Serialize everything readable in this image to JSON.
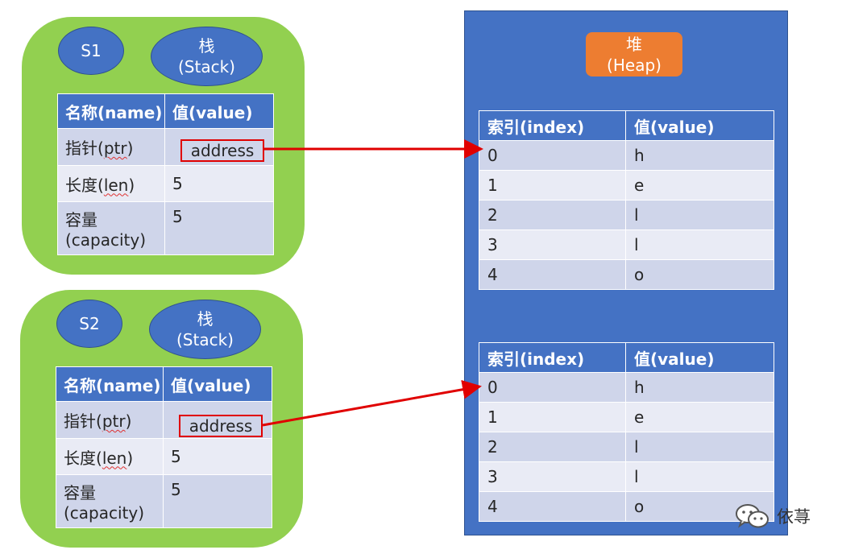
{
  "stacks": [
    {
      "name": "S1",
      "stack_title": "栈",
      "stack_subtitle": "(Stack)",
      "header": [
        "名称(name)",
        "值(value)"
      ],
      "rows": [
        {
          "label": "指针(",
          "label_wavy": "ptr",
          "label_end": ")",
          "value": "address"
        },
        {
          "label": "长度(",
          "label_wavy": "len",
          "label_end": ")",
          "value": "5"
        },
        {
          "label": "容量",
          "label2": "(capacity)",
          "value": "5"
        }
      ]
    },
    {
      "name": "S2",
      "stack_title": "栈",
      "stack_subtitle": "(Stack)",
      "header": [
        "名称(name)",
        "值(value)"
      ],
      "rows": [
        {
          "label": "指针(",
          "label_wavy": "ptr",
          "label_end": ")",
          "value": "address"
        },
        {
          "label": "长度(",
          "label_wavy": "len",
          "label_end": ")",
          "value": "5"
        },
        {
          "label": "容量",
          "label2": "(capacity)",
          "value": "5"
        }
      ]
    }
  ],
  "heap": {
    "title": "堆",
    "subtitle": "(Heap)",
    "tables": [
      {
        "header": [
          "索引(index)",
          "值(value)"
        ],
        "rows": [
          [
            "0",
            "h"
          ],
          [
            "1",
            "e"
          ],
          [
            "2",
            "l"
          ],
          [
            "3",
            "l"
          ],
          [
            "4",
            "o"
          ]
        ]
      },
      {
        "header": [
          "索引(index)",
          "值(value)"
        ],
        "rows": [
          [
            "0",
            "h"
          ],
          [
            "1",
            "e"
          ],
          [
            "2",
            "l"
          ],
          [
            "3",
            "l"
          ],
          [
            "4",
            "o"
          ]
        ]
      }
    ]
  },
  "watermark": {
    "text": "依荨"
  },
  "colors": {
    "stack_panel": "#92d050",
    "table_header": "#4472c4",
    "heap_panel": "#4472c4",
    "heap_label": "#ed7d31",
    "pointer_arrow": "#e00000"
  }
}
